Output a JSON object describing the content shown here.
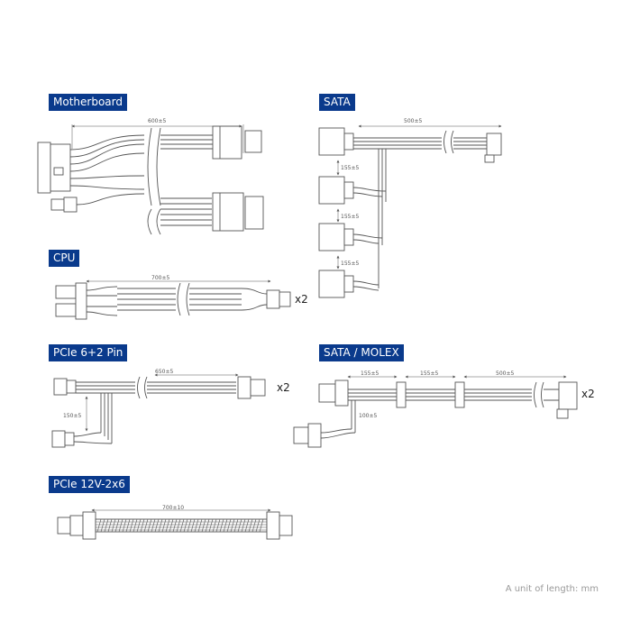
{
  "sections": {
    "motherboard": {
      "title": "Motherboard",
      "dim": "600±5"
    },
    "sata": {
      "title": "SATA",
      "dim_main": "500±5",
      "dim_1": "155±5",
      "dim_2": "155±5",
      "dim_3": "155±5"
    },
    "cpu": {
      "title": "CPU",
      "dim": "700±5",
      "multiplier": "x2"
    },
    "pcie62": {
      "title": "PCIe 6+2 Pin",
      "dim_main": "650±5",
      "dim_branch": "150±5",
      "multiplier": "x2"
    },
    "sata_molex": {
      "title": "SATA / MOLEX",
      "dim_1": "155±5",
      "dim_2": "155±5",
      "dim_3": "500±5",
      "dim_branch": "100±5",
      "multiplier": "x2"
    },
    "pcie12v": {
      "title": "PCIe 12V-2x6",
      "dim": "700±10"
    }
  },
  "footer": {
    "unit_note": "A unit of length: mm"
  },
  "colors": {
    "header_bg": "#0a3a8c",
    "header_text": "#ffffff",
    "line": "#555555"
  }
}
